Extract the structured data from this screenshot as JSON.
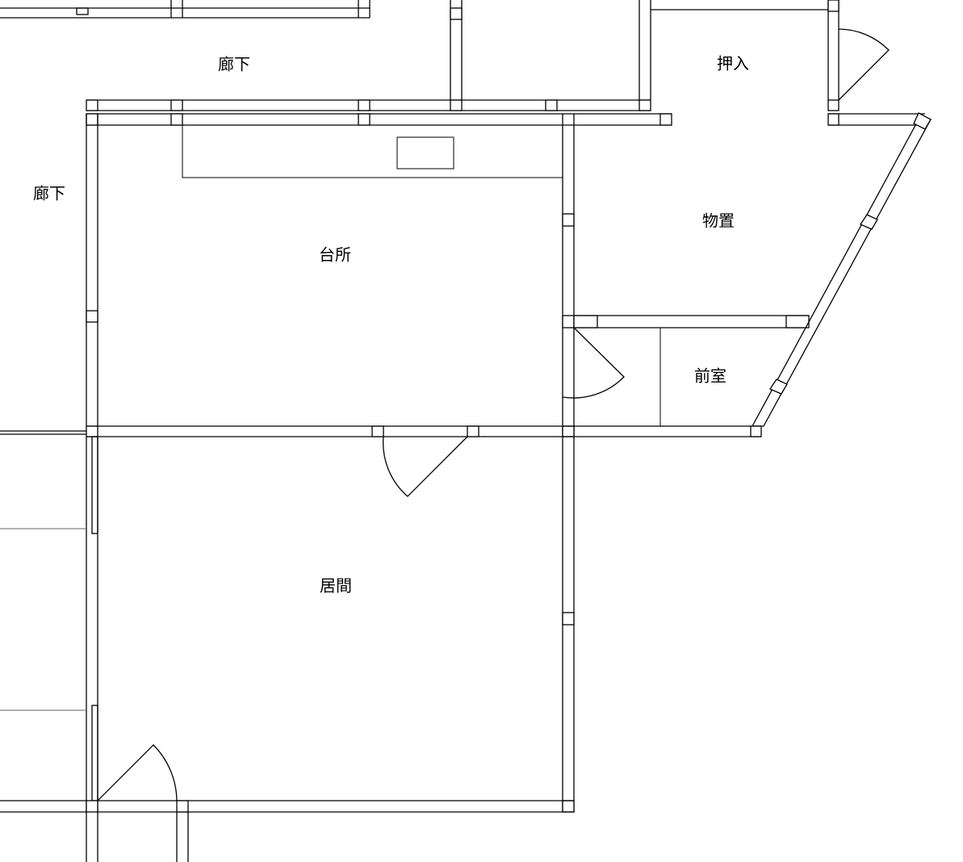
{
  "colors": {
    "ink": "#000000",
    "background": "#ffffff"
  },
  "rooms": {
    "corridor_top": "廊下",
    "corridor_left": "廊下",
    "closet": "押入",
    "storage": "物置",
    "kitchen": "台所",
    "anteroom": "前室",
    "living": "居間"
  }
}
